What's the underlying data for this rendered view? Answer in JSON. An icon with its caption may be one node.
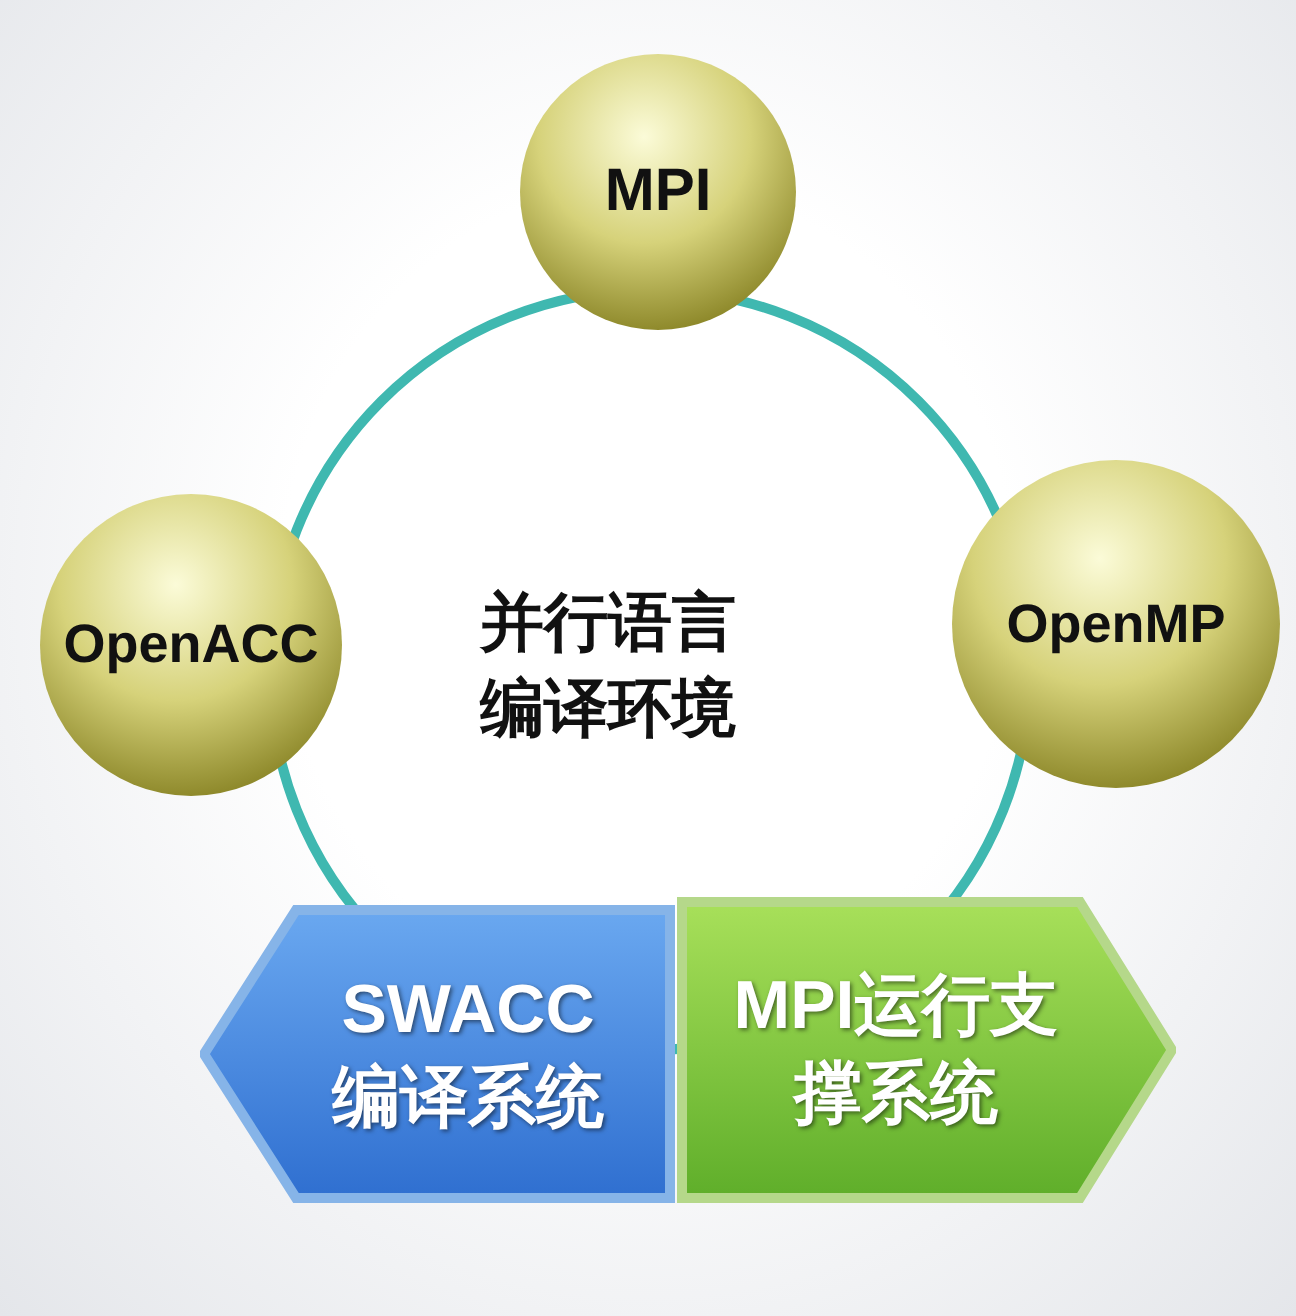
{
  "diagram": {
    "nodes": [
      {
        "text": [
          "MPI"
        ]
      },
      {
        "text": [
          "OpenACC"
        ]
      },
      {
        "text": [
          "OpenMP"
        ]
      },
      {
        "text": [
          "SWACC编译系统"
        ]
      },
      {
        "text": [
          "MPI运行支撑系统"
        ]
      }
    ],
    "labels": [
      "并行语言编译环境"
    ]
  }
}
